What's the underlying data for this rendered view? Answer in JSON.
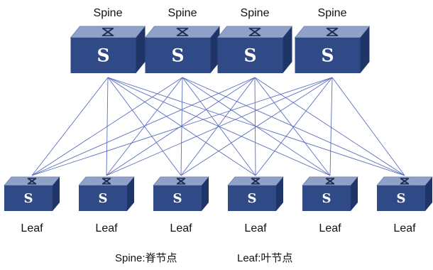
{
  "spines": [
    {
      "label": "Spine",
      "icon_letter": "S"
    },
    {
      "label": "Spine",
      "icon_letter": "S"
    },
    {
      "label": "Spine",
      "icon_letter": "S"
    },
    {
      "label": "Spine",
      "icon_letter": "S"
    }
  ],
  "leaves": [
    {
      "label": "Leaf",
      "icon_letter": "S"
    },
    {
      "label": "Leaf",
      "icon_letter": "S"
    },
    {
      "label": "Leaf",
      "icon_letter": "S"
    },
    {
      "label": "Leaf",
      "icon_letter": "S"
    },
    {
      "label": "Leaf",
      "icon_letter": "S"
    },
    {
      "label": "Leaf",
      "icon_letter": "S"
    }
  ],
  "legend": {
    "spine": "Spine:脊节点",
    "leaf": "Leaf:叶节点"
  },
  "colors": {
    "switch_front": "#2f4a86",
    "switch_top": "#8fa0c9",
    "switch_side": "#1f3568",
    "link": "#5a6fc0"
  },
  "icons": {
    "switch": "network-switch-icon"
  }
}
